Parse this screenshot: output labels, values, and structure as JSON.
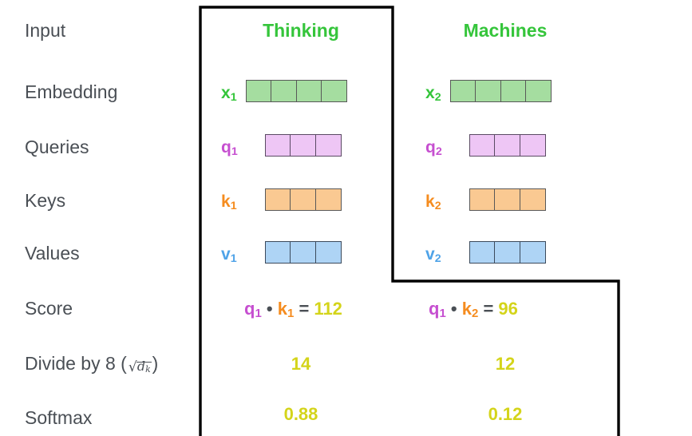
{
  "diagram": {
    "title": "Self-Attention score computation",
    "colors": {
      "word_header": "#35c53b",
      "embedding_fill": "#a5dda0",
      "embedding_label": "#35c53b",
      "query_fill": "#eec6f5",
      "query_label": "#c64fd0",
      "key_fill": "#fac992",
      "key_label": "#f58c1f",
      "value_fill": "#aed4f5",
      "value_label": "#4fa3e8",
      "number": "#d4d41a",
      "row_label": "#4a4f55",
      "cell_border": "#585858",
      "outline": "#000000"
    }
  },
  "row_labels": {
    "input": "Input",
    "embedding": "Embedding",
    "queries": "Queries",
    "keys": "Keys",
    "values": "Values",
    "score": "Score",
    "divide_prefix": "Divide by 8 (",
    "divide_radicand": "d",
    "divide_radicand_sub": "k",
    "divide_suffix": ")",
    "softmax": "Softmax"
  },
  "columns": [
    {
      "word": "Thinking",
      "embedding": {
        "label": "x",
        "sub": "1",
        "cells": 4
      },
      "query": {
        "label": "q",
        "sub": "1",
        "cells": 3
      },
      "key": {
        "label": "k",
        "sub": "1",
        "cells": 3
      },
      "value": {
        "label": "v",
        "sub": "1",
        "cells": 3
      },
      "score": {
        "q_label": "q",
        "q_sub": "1",
        "dot": "•",
        "k_label": "k",
        "k_sub": "1",
        "equals": "=",
        "result": "112"
      },
      "divide": "14",
      "softmax": "0.88"
    },
    {
      "word": "Machines",
      "embedding": {
        "label": "x",
        "sub": "2",
        "cells": 4
      },
      "query": {
        "label": "q",
        "sub": "2",
        "cells": 3
      },
      "key": {
        "label": "k",
        "sub": "2",
        "cells": 3
      },
      "value": {
        "label": "v",
        "sub": "2",
        "cells": 3
      },
      "score": {
        "q_label": "q",
        "q_sub": "1",
        "dot": "•",
        "k_label": "k",
        "k_sub": "2",
        "equals": "=",
        "result": "96"
      },
      "divide": "12",
      "softmax": "0.12"
    }
  ]
}
